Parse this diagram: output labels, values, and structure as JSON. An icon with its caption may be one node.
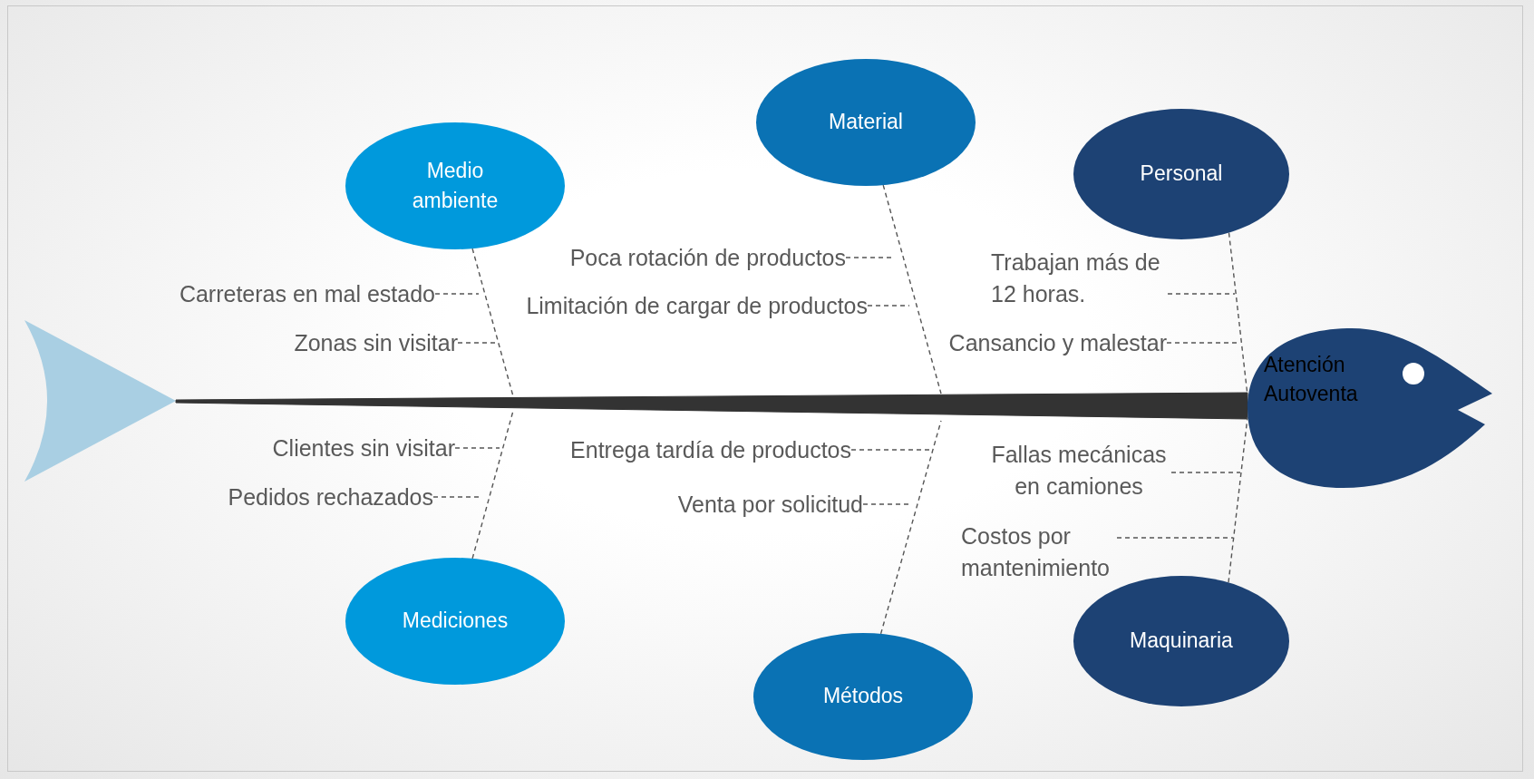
{
  "diagram": {
    "nodes": [
      {
        "text": [
          "Medio ambiente"
        ]
      },
      {
        "text": [
          "Material"
        ]
      },
      {
        "text": [
          "Personal"
        ]
      },
      {
        "text": [
          "Poca rotación de productos"
        ]
      },
      {
        "text": [
          "Trabajan más de 12 horas."
        ]
      },
      {
        "text": [
          "Carreteras en mal estado"
        ]
      },
      {
        "text": [
          "Limitación de cargar de productos"
        ]
      },
      {
        "text": [
          "Zonas sin visitar"
        ]
      },
      {
        "text": [
          "Cansancio y malestar"
        ]
      },
      {
        "text": [],
        "shape": "tail"
      },
      {
        "text": [
          "Atención Autoventa"
        ]
      },
      {
        "text": [
          "Clientes sin visitar"
        ]
      },
      {
        "text": [
          "Entrega tardía de productos"
        ]
      },
      {
        "text": [
          "Fallas mecánicas en camiones"
        ]
      },
      {
        "text": [
          "Pedidos rechazados"
        ]
      },
      {
        "text": [
          "Venta por solicitud"
        ]
      },
      {
        "text": [
          "Costos por mantenimiento"
        ]
      },
      {
        "text": [
          "Mediciones"
        ]
      },
      {
        "text": [
          "Métodos"
        ]
      },
      {
        "text": [
          "Maquinaria"
        ]
      }
    ],
    "edges": [
      {
        "from": 9,
        "to": 10,
        "arrow": "none",
        "style": "thick"
      },
      {
        "from": 0,
        "to": null,
        "arrow": "none",
        "style": "dashed"
      },
      {
        "from": 1,
        "to": null,
        "arrow": "none",
        "style": "dashed"
      },
      {
        "from": 2,
        "to": 10,
        "arrow": "none",
        "style": "dashed"
      },
      {
        "from": 17,
        "to": null,
        "arrow": "none",
        "style": "dashed"
      },
      {
        "from": 18,
        "to": null,
        "arrow": "none",
        "style": "dashed"
      },
      {
        "from": 19,
        "to": 10,
        "arrow": "none",
        "style": "dashed"
      },
      {
        "from": 5,
        "to": null,
        "arrow": "none",
        "style": "dashed"
      },
      {
        "from": 7,
        "to": null,
        "arrow": "none",
        "style": "dashed"
      },
      {
        "from": 3,
        "to": null,
        "arrow": "none",
        "style": "dashed"
      },
      {
        "from": 6,
        "to": null,
        "arrow": "none",
        "style": "dashed"
      },
      {
        "from": 4,
        "to": null,
        "arrow": "none",
        "style": "dashed"
      },
      {
        "from": 8,
        "to": null,
        "arrow": "none",
        "style": "dashed"
      },
      {
        "from": 11,
        "to": null,
        "arrow": "none",
        "style": "dashed"
      },
      {
        "from": 14,
        "to": null,
        "arrow": "none",
        "style": "dashed"
      },
      {
        "from": 12,
        "to": null,
        "arrow": "none",
        "style": "dashed"
      },
      {
        "from": 15,
        "to": null,
        "arrow": "none",
        "style": "dashed"
      },
      {
        "from": 13,
        "to": null,
        "arrow": "none",
        "style": "dashed"
      },
      {
        "from": 16,
        "to": null,
        "arrow": "none",
        "style": "dashed"
      }
    ]
  }
}
